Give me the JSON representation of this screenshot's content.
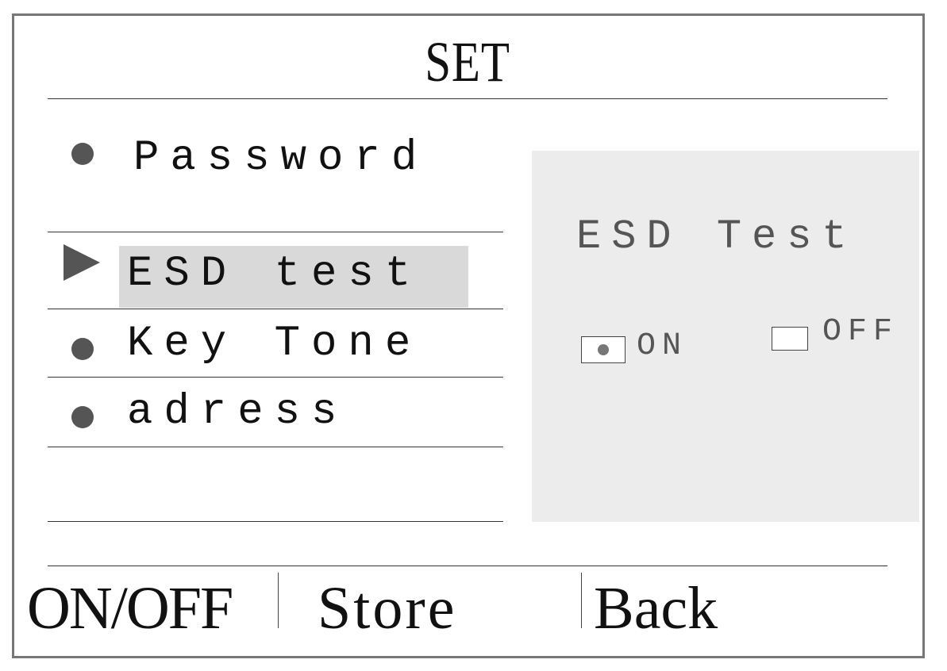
{
  "header": {
    "title": "SET"
  },
  "menu": {
    "items": [
      {
        "label": "Password",
        "marker": "bullet-dot",
        "selected": false
      },
      {
        "label": "ESD test",
        "marker": "selection-arrow",
        "selected": true
      },
      {
        "label": "Key Tone",
        "marker": "bullet-dot",
        "selected": false
      },
      {
        "label": "adress",
        "marker": "bullet-dot",
        "selected": false
      }
    ]
  },
  "panel": {
    "title": "ESD Test",
    "options": [
      {
        "label": "ON",
        "checked": true
      },
      {
        "label": "OFF",
        "checked": false
      }
    ]
  },
  "softkeys": {
    "on_off": "ON/OFF",
    "store": "Store",
    "back": "Back"
  },
  "colors": {
    "frame": "#777777",
    "highlight": "#d9d9d9",
    "panel_bg": "#ececec",
    "marker": "#555555"
  }
}
